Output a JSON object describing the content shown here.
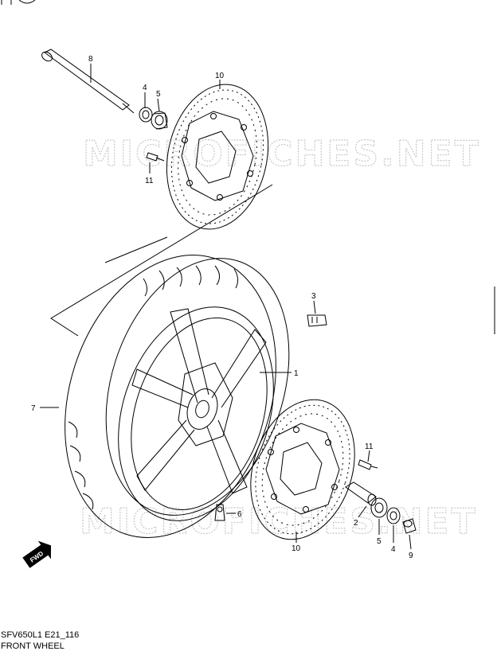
{
  "labels": {
    "p1": "1",
    "p2": "2",
    "p3": "3",
    "p4a": "4",
    "p4b": "4",
    "p5a": "5",
    "p5b": "5",
    "p6": "6",
    "p7": "7",
    "p8": "8",
    "p9": "9",
    "p10a": "10",
    "p10b": "10",
    "p11a": "11",
    "p11b": "11"
  },
  "watermark": {
    "text": "MICROFICHES.NET"
  },
  "badge": {
    "text": "FWD"
  },
  "footer": {
    "code": "SFV650L1 E21_116",
    "title": "FRONT WHEEL"
  }
}
